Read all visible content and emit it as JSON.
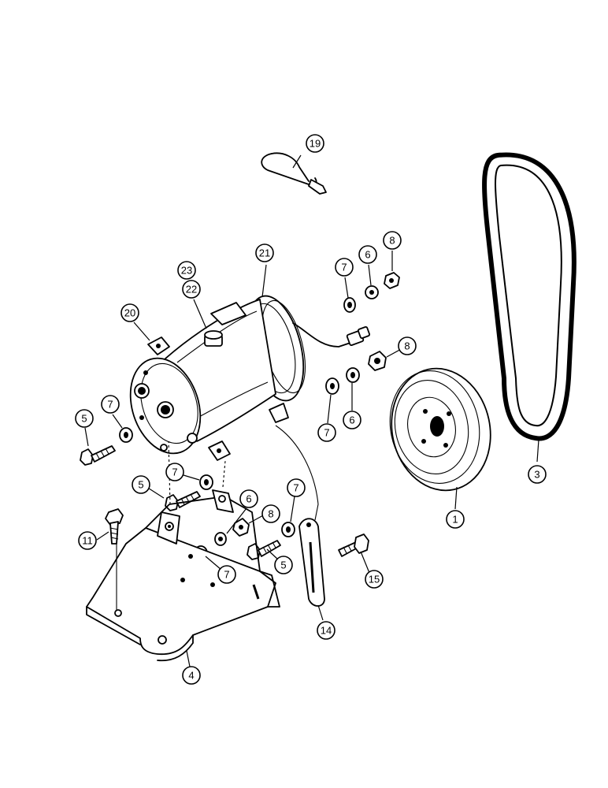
{
  "callouts": [
    {
      "id": "c19",
      "label": "19"
    },
    {
      "id": "c21",
      "label": "21"
    },
    {
      "id": "c23",
      "label": "23"
    },
    {
      "id": "c22",
      "label": "22"
    },
    {
      "id": "c20",
      "label": "20"
    },
    {
      "id": "c7a",
      "label": "7"
    },
    {
      "id": "c6a",
      "label": "6"
    },
    {
      "id": "c8a",
      "label": "8"
    },
    {
      "id": "c8b",
      "label": "8"
    },
    {
      "id": "c7b",
      "label": "7"
    },
    {
      "id": "c6b",
      "label": "6"
    },
    {
      "id": "c5a",
      "label": "5"
    },
    {
      "id": "c7c",
      "label": "7"
    },
    {
      "id": "c7d",
      "label": "7"
    },
    {
      "id": "c5b",
      "label": "5"
    },
    {
      "id": "c6c",
      "label": "6"
    },
    {
      "id": "c8c",
      "label": "8"
    },
    {
      "id": "c7e",
      "label": "7"
    },
    {
      "id": "c11",
      "label": "11"
    },
    {
      "id": "c5c",
      "label": "5"
    },
    {
      "id": "c7f",
      "label": "7"
    },
    {
      "id": "c15",
      "label": "15"
    },
    {
      "id": "c14",
      "label": "14"
    },
    {
      "id": "c4",
      "label": "4"
    },
    {
      "id": "c1",
      "label": "1"
    },
    {
      "id": "c3",
      "label": "3"
    }
  ]
}
